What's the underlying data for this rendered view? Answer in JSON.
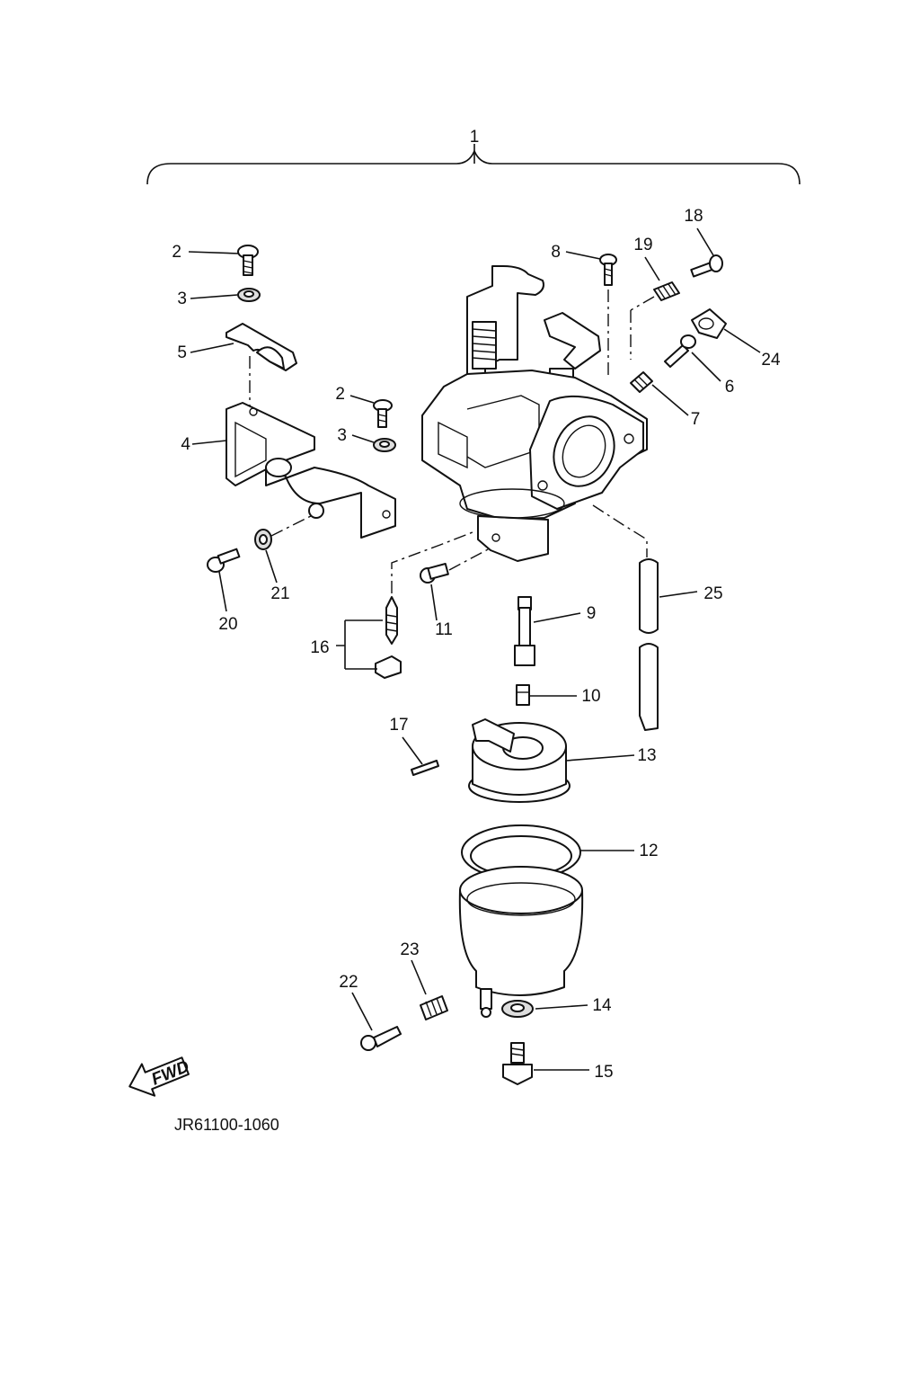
{
  "drawing_code": "JR61100-1060",
  "fwd_label": "FWD",
  "callouts": [
    "1",
    "2",
    "3",
    "5",
    "4",
    "2",
    "3",
    "8",
    "19",
    "18",
    "24",
    "6",
    "7",
    "25",
    "9",
    "10",
    "13",
    "12",
    "14",
    "15",
    "16",
    "11",
    "20",
    "21",
    "17",
    "22",
    "23"
  ],
  "icons": {
    "fwd_arrow": "fwd-arrow-icon"
  }
}
